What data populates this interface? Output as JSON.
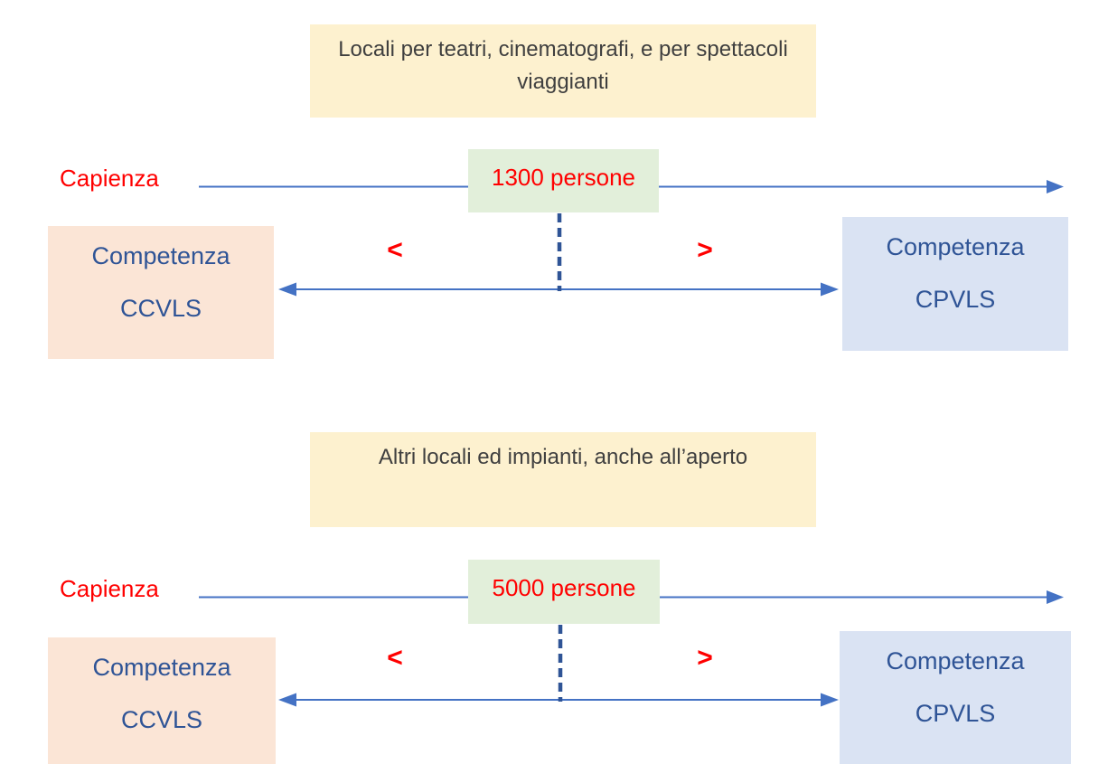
{
  "palette": {
    "heading_bg": "#FDF1CF",
    "heading_text": "#3F3F3F",
    "threshold_bg": "#E2EFDA",
    "left_box_bg": "#FBE5D6",
    "right_box_bg": "#DAE3F3",
    "connector_blue": "#4472C4",
    "dashed_line_blue": "#2F5496",
    "box_text_blue": "#2F5496",
    "accent_red": "#FF0000"
  },
  "sections": [
    {
      "heading": "Locali per teatri, cinematografi, e per spettacoli viaggianti",
      "capacity_label": "Capienza",
      "threshold": "1300 persone",
      "less_symbol": "<",
      "greater_symbol": ">",
      "left_competence": {
        "line1": "Competenza",
        "line2": "CCVLS"
      },
      "right_competence": {
        "line1": "Competenza",
        "line2": "CPVLS"
      }
    },
    {
      "heading": "Altri locali ed impianti, anche all’aperto",
      "capacity_label": "Capienza",
      "threshold": "5000 persone",
      "less_symbol": "<",
      "greater_symbol": ">",
      "left_competence": {
        "line1": "Competenza",
        "line2": "CCVLS"
      },
      "right_competence": {
        "line1": "Competenza",
        "line2": "CPVLS"
      }
    }
  ]
}
